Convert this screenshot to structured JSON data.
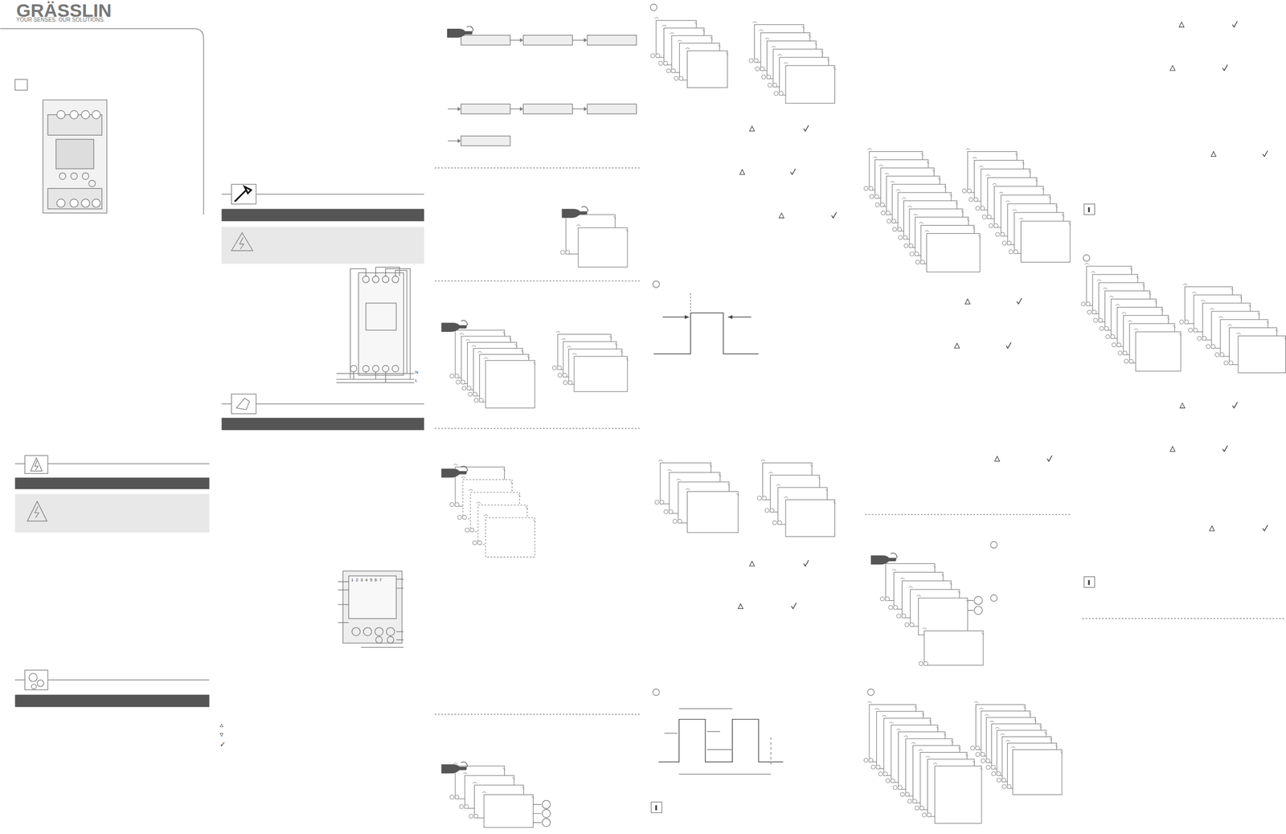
{
  "diagram": {
    "labels": [
      "GRÄSSLIN",
      "YOUR SENSES. OUR SOLUTIONS.",
      "1 2 3 4 5 6 7",
      "N",
      "L",
      "▵",
      "▿",
      "✓"
    ]
  }
}
